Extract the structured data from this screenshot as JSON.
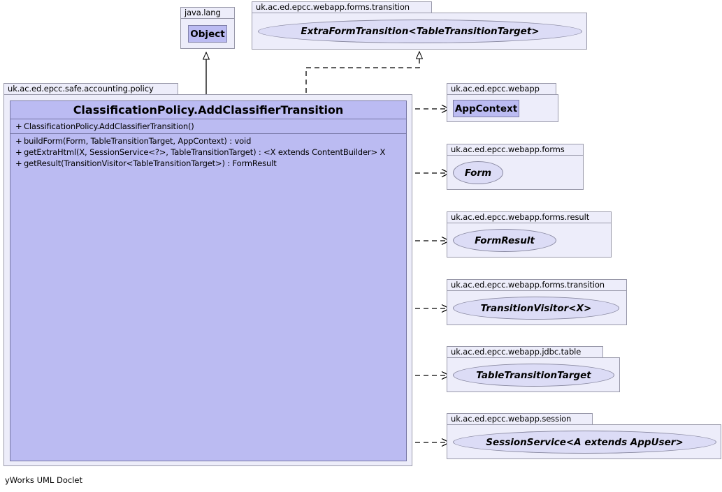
{
  "diagram": {
    "type": "uml-class-diagram",
    "footer_label": "yWorks UML Doclet",
    "colors": {
      "class_fill": "#BBBBF2",
      "package_fill": "#EDEDFA",
      "interface_fill": "#DCDCF6",
      "border": "#8080A8",
      "line": "#000000"
    }
  },
  "packages": {
    "java_lang": {
      "name": "java.lang",
      "class": {
        "name": "Object",
        "kind": "class"
      }
    },
    "forms_transition_super": {
      "name": "uk.ac.ed.epcc.webapp.forms.transition",
      "interface": {
        "name": "ExtraFormTransition<TableTransitionTarget>",
        "kind": "interface"
      }
    },
    "policy": {
      "name": "uk.ac.ed.epcc.safe.accounting.policy"
    },
    "webapp": {
      "name": "uk.ac.ed.epcc.webapp",
      "class": {
        "name": "AppContext",
        "kind": "class"
      }
    },
    "webapp_forms": {
      "name": "uk.ac.ed.epcc.webapp.forms",
      "interface": {
        "name": "Form",
        "kind": "interface"
      }
    },
    "webapp_forms_result": {
      "name": "uk.ac.ed.epcc.webapp.forms.result",
      "interface": {
        "name": "FormResult",
        "kind": "interface"
      }
    },
    "webapp_forms_transition": {
      "name": "uk.ac.ed.epcc.webapp.forms.transition",
      "interface": {
        "name": "TransitionVisitor<X>",
        "kind": "interface"
      }
    },
    "webapp_jdbc_table": {
      "name": "uk.ac.ed.epcc.webapp.jdbc.table",
      "interface": {
        "name": "TableTransitionTarget",
        "kind": "interface"
      }
    },
    "webapp_session": {
      "name": "uk.ac.ed.epcc.webapp.session",
      "interface": {
        "name": "SessionService<A extends AppUser>",
        "kind": "interface"
      }
    }
  },
  "main_class": {
    "title": "ClassificationPolicy.AddClassifierTransition",
    "constructors": [
      {
        "visibility": "+",
        "signature": "ClassificationPolicy.AddClassifierTransition()"
      }
    ],
    "methods": [
      {
        "visibility": "+",
        "signature": "buildForm(Form, TableTransitionTarget, AppContext) : void"
      },
      {
        "visibility": "+",
        "signature": "getExtraHtml(X, SessionService<?>, TableTransitionTarget) : <X extends ContentBuilder> X"
      },
      {
        "visibility": "+",
        "signature": "getResult(TransitionVisitor<TableTransitionTarget>) : FormResult"
      }
    ]
  },
  "relationships": [
    {
      "from": "ClassificationPolicy.AddClassifierTransition",
      "to": "Object",
      "type": "generalization",
      "style": "solid"
    },
    {
      "from": "ClassificationPolicy.AddClassifierTransition",
      "to": "ExtraFormTransition<TableTransitionTarget>",
      "type": "realization",
      "style": "dashed"
    },
    {
      "from": "ClassificationPolicy.AddClassifierTransition",
      "to": "AppContext",
      "type": "dependency",
      "style": "dashed"
    },
    {
      "from": "ClassificationPolicy.AddClassifierTransition",
      "to": "Form",
      "type": "dependency",
      "style": "dashed"
    },
    {
      "from": "ClassificationPolicy.AddClassifierTransition",
      "to": "FormResult",
      "type": "dependency",
      "style": "dashed"
    },
    {
      "from": "ClassificationPolicy.AddClassifierTransition",
      "to": "TransitionVisitor<X>",
      "type": "dependency",
      "style": "dashed"
    },
    {
      "from": "ClassificationPolicy.AddClassifierTransition",
      "to": "TableTransitionTarget",
      "type": "dependency",
      "style": "dashed"
    },
    {
      "from": "ClassificationPolicy.AddClassifierTransition",
      "to": "SessionService<A extends AppUser>",
      "type": "dependency",
      "style": "dashed"
    }
  ]
}
